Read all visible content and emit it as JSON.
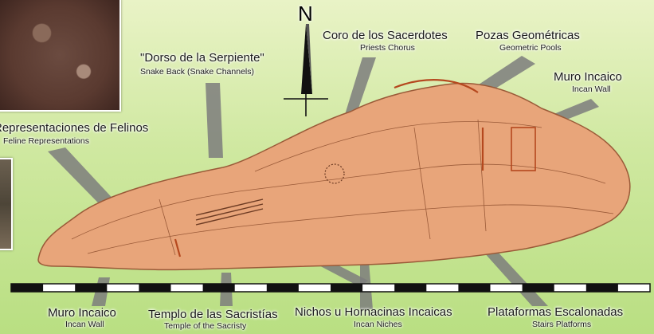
{
  "compass": {
    "north_letter": "N"
  },
  "labels": {
    "coro_es": "Coro de los Sacerdotes",
    "coro_en": "Priests Chorus",
    "pozas_es": "Pozas Geométricas",
    "pozas_en": "Geometric Pools",
    "dorso_es": "\"Dorso de la Serpiente\"",
    "dorso_en": "Snake Back (Snake Channels)",
    "muro_right_es": "Muro Incaico",
    "muro_right_en": "Incan Wall",
    "felinos_es": "Representaciones de Felinos",
    "felinos_en": "Feline Representations",
    "muro_bottom_es": "Muro Incaico",
    "muro_bottom_en": "Incan Wall",
    "templo_es": "Templo de las Sacristías",
    "templo_en": "Temple of the Sacristy",
    "nichos_es": "Nichos u Hornacinas Incaicas",
    "nichos_en": "Incan Niches",
    "plataformas_es": "Plataformas Escalonadas",
    "plataformas_en": "Stairs Platforms"
  },
  "colors": {
    "background": "#cfe8a0",
    "site_fill": "#e8a57a",
    "site_outline": "#8a4a2a",
    "pointer": "#7a7a7a",
    "scale_black": "#111111",
    "scale_white": "#ffffff"
  },
  "scale_bar": {
    "segments": 20
  }
}
